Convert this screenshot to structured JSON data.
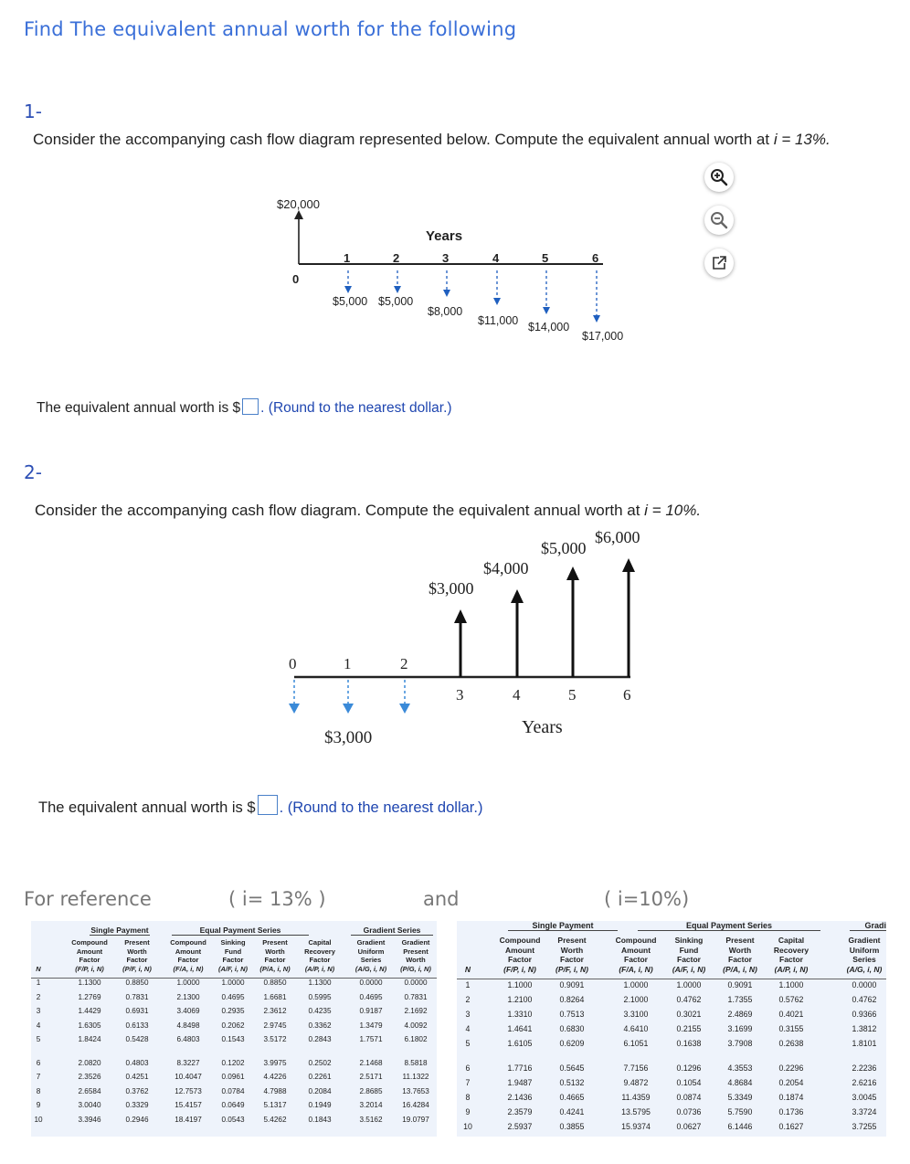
{
  "title": "Find The equivalent annual worth for the following",
  "q1": {
    "number": "1-",
    "prompt": "Consider the accompanying cash flow diagram represented below. Compute the equivalent annual worth at ",
    "rate": "i = 13%.",
    "diagram": {
      "receipt": "$20,000",
      "years_label": "Years",
      "zero": "0",
      "years": [
        "1",
        "2",
        "3",
        "4",
        "5",
        "6"
      ],
      "payments": [
        "$5,000",
        "$5,000",
        "$8,000",
        "$11,000",
        "$14,000",
        "$17,000"
      ]
    },
    "answer_prefix": "The equivalent annual worth is $",
    "answer_value": "",
    "answer_suffix": ". (Round to the nearest dollar.)"
  },
  "q2": {
    "number": "2-",
    "prompt": "Consider the accompanying cash flow diagram. Compute the equivalent annual worth at ",
    "rate": "i = 10%.",
    "diagram": {
      "up_labels": [
        "$3,000",
        "$4,000",
        "$5,000",
        "$6,000"
      ],
      "down_label": "$3,000",
      "years_label": "Years",
      "top_years": [
        "0",
        "1",
        "2"
      ],
      "bottom_years": [
        "3",
        "4",
        "5",
        "6"
      ]
    },
    "answer_prefix": "The equivalent annual worth is $",
    "answer_value": "",
    "answer_suffix": ". (Round to the nearest dollar.)"
  },
  "zoom_controls": {
    "zoom_in": "zoom-in-icon",
    "zoom_out": "zoom-out-icon",
    "expand": "external-link-icon"
  },
  "reference": {
    "label": "For reference",
    "rate13": "( i= 13% )",
    "and": "and",
    "rate10": "( i=10%)"
  },
  "table13": {
    "group_headers": [
      "Single Payment",
      "Equal Payment Series",
      "Gradient Series"
    ],
    "col_names": [
      [
        "N",
        "",
        "",
        ""
      ],
      [
        "Compound",
        "Amount",
        "Factor",
        "(F/P, i, N)"
      ],
      [
        "Present",
        "Worth",
        "Factor",
        "(P/F, i, N)"
      ],
      [
        "Compound",
        "Amount",
        "Factor",
        "(F/A, i, N)"
      ],
      [
        "Sinking",
        "Fund",
        "Factor",
        "(A/F, i, N)"
      ],
      [
        "Present",
        "Worth",
        "Factor",
        "(P/A, i, N)"
      ],
      [
        "Capital",
        "Recovery",
        "Factor",
        "(A/P, i, N)"
      ],
      [
        "Gradient",
        "Uniform",
        "Series",
        "(A/G, i, N)"
      ],
      [
        "Gradient",
        "Present",
        "Worth",
        "(P/G, i, N)"
      ]
    ],
    "rows": [
      [
        "1",
        "1.1300",
        "0.8850",
        "1.0000",
        "1.0000",
        "0.8850",
        "1.1300",
        "0.0000",
        "0.0000"
      ],
      [
        "2",
        "1.2769",
        "0.7831",
        "2.1300",
        "0.4695",
        "1.6681",
        "0.5995",
        "0.4695",
        "0.7831"
      ],
      [
        "3",
        "1.4429",
        "0.6931",
        "3.4069",
        "0.2935",
        "2.3612",
        "0.4235",
        "0.9187",
        "2.1692"
      ],
      [
        "4",
        "1.6305",
        "0.6133",
        "4.8498",
        "0.2062",
        "2.9745",
        "0.3362",
        "1.3479",
        "4.0092"
      ],
      [
        "5",
        "1.8424",
        "0.5428",
        "6.4803",
        "0.1543",
        "3.5172",
        "0.2843",
        "1.7571",
        "6.1802"
      ],
      [
        "6",
        "2.0820",
        "0.4803",
        "8.3227",
        "0.1202",
        "3.9975",
        "0.2502",
        "2.1468",
        "8.5818"
      ],
      [
        "7",
        "2.3526",
        "0.4251",
        "10.4047",
        "0.0961",
        "4.4226",
        "0.2261",
        "2.5171",
        "11.1322"
      ],
      [
        "8",
        "2.6584",
        "0.3762",
        "12.7573",
        "0.0784",
        "4.7988",
        "0.2084",
        "2.8685",
        "13.7653"
      ],
      [
        "9",
        "3.0040",
        "0.3329",
        "15.4157",
        "0.0649",
        "5.1317",
        "0.1949",
        "3.2014",
        "16.4284"
      ],
      [
        "10",
        "3.3946",
        "0.2946",
        "18.4197",
        "0.0543",
        "5.4262",
        "0.1843",
        "3.5162",
        "19.0797"
      ]
    ]
  },
  "table10": {
    "group_headers": [
      "Single Payment",
      "Equal Payment Series",
      "Gradi"
    ],
    "col_names": [
      [
        "N",
        "",
        "",
        ""
      ],
      [
        "Compound",
        "Amount",
        "Factor",
        "(F/P, i, N)"
      ],
      [
        "Present",
        "Worth",
        "Factor",
        "(P/F, i, N)"
      ],
      [
        "Compound",
        "Amount",
        "Factor",
        "(F/A, i, N)"
      ],
      [
        "Sinking",
        "Fund",
        "Factor",
        "(A/F, i, N)"
      ],
      [
        "Present",
        "Worth",
        "Factor",
        "(P/A, i, N)"
      ],
      [
        "Capital",
        "Recovery",
        "Factor",
        "(A/P, i, N)"
      ],
      [
        "Gradient",
        "Uniform",
        "Series",
        "(A/G, i, N)"
      ]
    ],
    "rows": [
      [
        "1",
        "1.1000",
        "0.9091",
        "1.0000",
        "1.0000",
        "0.9091",
        "1.1000",
        "0.0000"
      ],
      [
        "2",
        "1.2100",
        "0.8264",
        "2.1000",
        "0.4762",
        "1.7355",
        "0.5762",
        "0.4762"
      ],
      [
        "3",
        "1.3310",
        "0.7513",
        "3.3100",
        "0.3021",
        "2.4869",
        "0.4021",
        "0.9366"
      ],
      [
        "4",
        "1.4641",
        "0.6830",
        "4.6410",
        "0.2155",
        "3.1699",
        "0.3155",
        "1.3812"
      ],
      [
        "5",
        "1.6105",
        "0.6209",
        "6.1051",
        "0.1638",
        "3.7908",
        "0.2638",
        "1.8101"
      ],
      [
        "6",
        "1.7716",
        "0.5645",
        "7.7156",
        "0.1296",
        "4.3553",
        "0.2296",
        "2.2236"
      ],
      [
        "7",
        "1.9487",
        "0.5132",
        "9.4872",
        "0.1054",
        "4.8684",
        "0.2054",
        "2.6216"
      ],
      [
        "8",
        "2.1436",
        "0.4665",
        "11.4359",
        "0.0874",
        "5.3349",
        "0.1874",
        "3.0045"
      ],
      [
        "9",
        "2.3579",
        "0.4241",
        "13.5795",
        "0.0736",
        "5.7590",
        "0.1736",
        "3.3724"
      ],
      [
        "10",
        "2.5937",
        "0.3855",
        "15.9374",
        "0.0627",
        "6.1446",
        "0.1627",
        "3.7255"
      ]
    ]
  }
}
